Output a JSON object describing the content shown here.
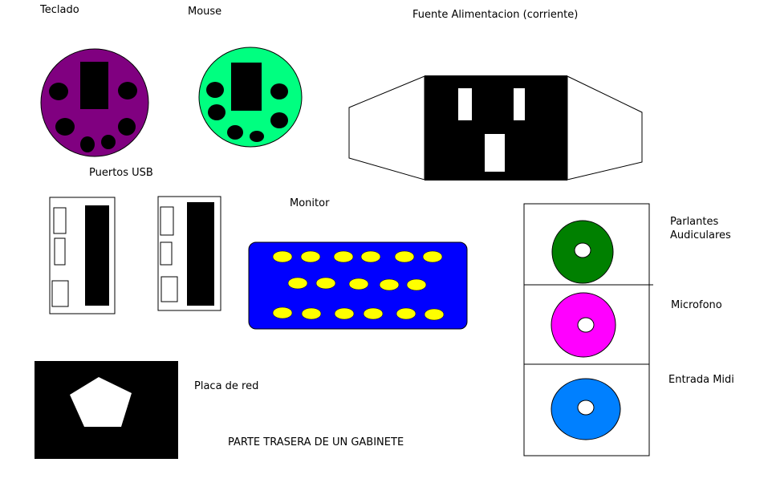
{
  "labels": {
    "teclado": "Teclado",
    "mouse": "Mouse",
    "fuente": "Fuente Alimentacion (corriente)",
    "usb": "Puertos USB",
    "monitor": "Monitor",
    "parlantes": "Parlantes\nAudiculares",
    "microfono": "Microfono",
    "midi": "Entrada Midi",
    "red": "Placa de red",
    "titulo": "PARTE TRASERA DE UN GABINETE"
  },
  "colors": {
    "keyboard_port": "#800080",
    "mouse_port": "#00ff80",
    "vga_port": "#0000ff",
    "vga_pins": "#ffff00",
    "audio_speakers": "#008000",
    "audio_mic": "#ff00ff",
    "audio_midi": "#0080ff",
    "black": "#000000",
    "white": "#ffffff"
  },
  "icons": {
    "keyboard": "ps2-port-icon",
    "mouse": "ps2-port-icon",
    "power": "power-socket-icon",
    "usb": "usb-port-icon",
    "monitor": "vga-port-icon",
    "audio": "audio-jack-icon",
    "network": "rj45-port-icon"
  }
}
